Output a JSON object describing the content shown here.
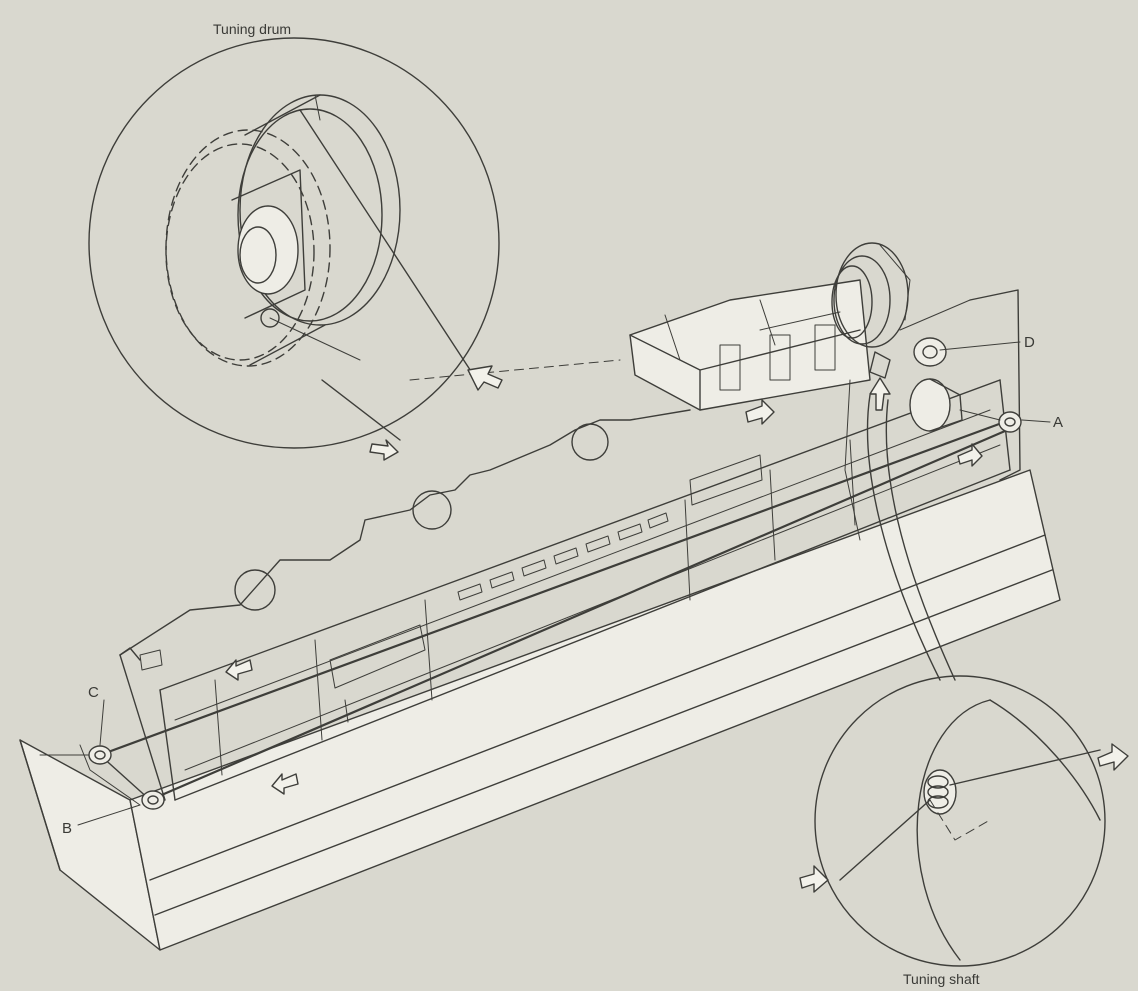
{
  "labels": {
    "tuning_drum": "Tuning drum",
    "tuning_shaft": "Tuning shaft",
    "point_a": "A",
    "point_b": "B",
    "point_c": "C",
    "point_d": "D"
  },
  "colors": {
    "background": "#d9d8cf",
    "line": "#3e3e3a",
    "panel": "#eeede6"
  }
}
